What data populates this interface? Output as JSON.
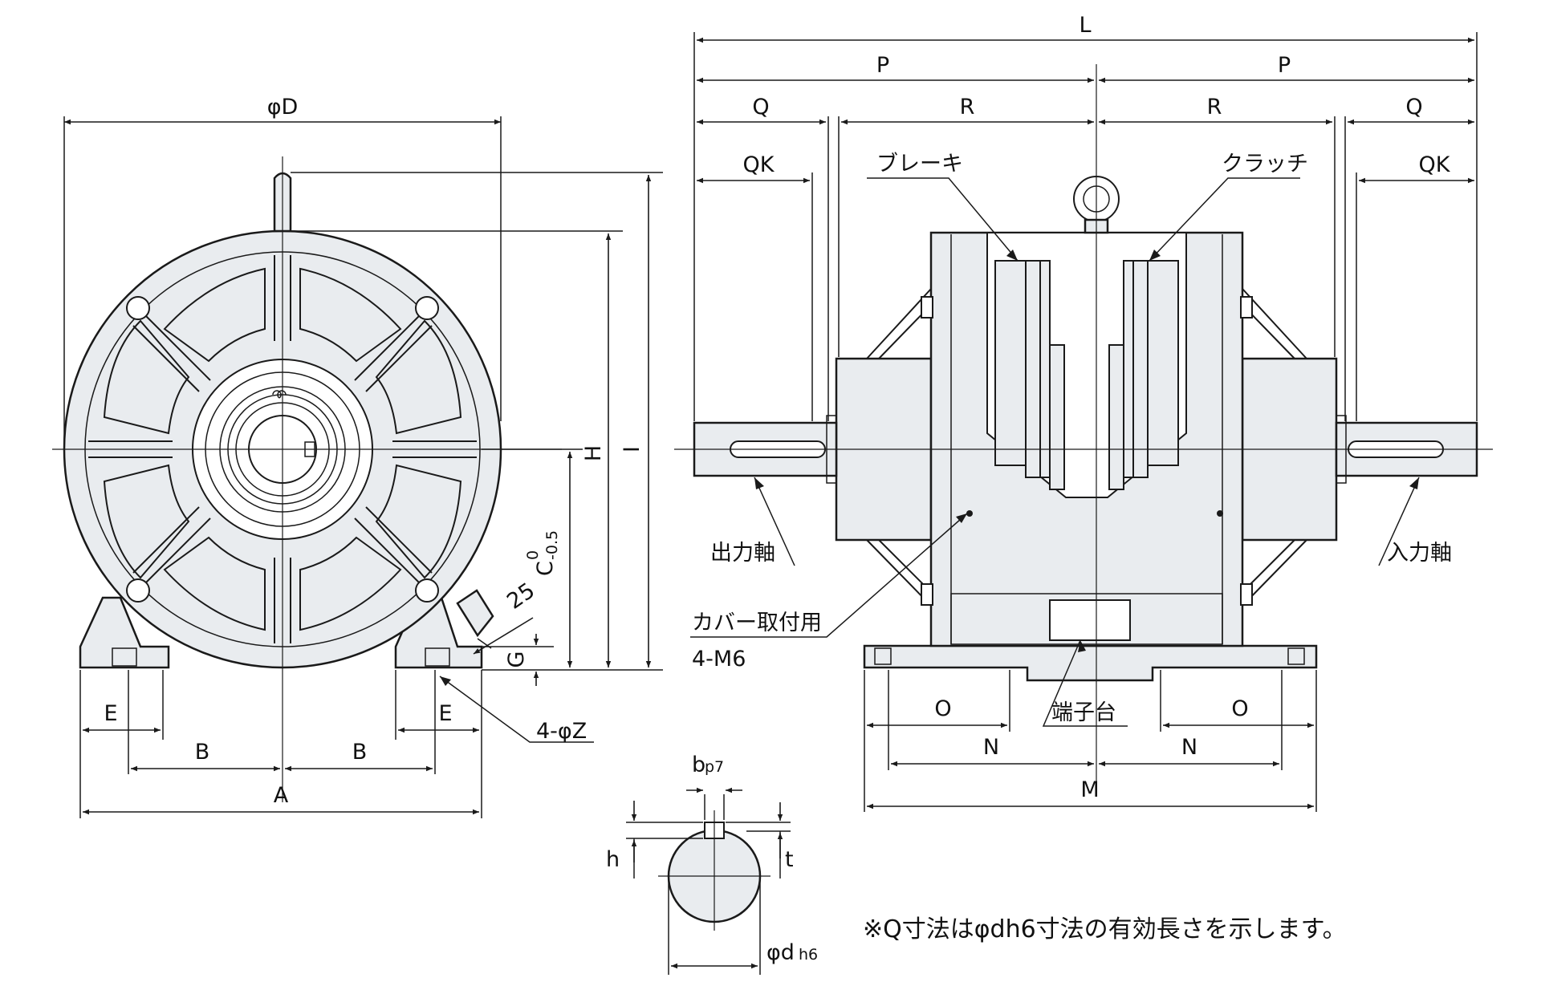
{
  "labels": {
    "phiD": "φD",
    "H": "H",
    "I": "I",
    "C": "C",
    "C_sup": "0",
    "C_sub": "-0.5",
    "G": "G",
    "angle": "25",
    "Z": "4-φZ",
    "E_left": "E",
    "E_right": "E",
    "B_left": "B",
    "B_right": "B",
    "A": "A",
    "L": "L",
    "P_left": "P",
    "P_right": "P",
    "Q_left": "Q",
    "Q_right": "Q",
    "R_left": "R",
    "R_right": "R",
    "QK_left": "QK",
    "QK_right": "QK",
    "brake": "ブレーキ",
    "clutch": "クラッチ",
    "output_shaft": "出力軸",
    "input_shaft": "入力軸",
    "cover_mount": "カバー取付用",
    "cover_thread": "4-M6",
    "terminal": "端子台",
    "O_left": "O",
    "O_right": "O",
    "N_left": "N",
    "N_right": "N",
    "M": "M",
    "b": "b",
    "b_sub": "p7",
    "h": "h",
    "t": "t",
    "d": "φd",
    "d_sub": "h6"
  },
  "note": "※Q寸法はφdh6寸法の有効長さを示します。"
}
